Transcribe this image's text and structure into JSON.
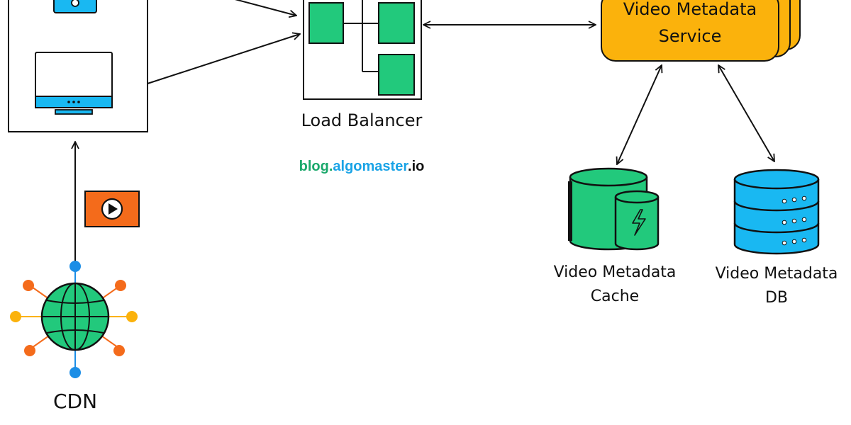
{
  "colors": {
    "stroke": "#111111",
    "device_blue": "#19b8f2",
    "server_green": "#22c97c",
    "service_yellow": "#fbb20c",
    "video_orange": "#f46b1b",
    "globe_green": "#22c97c",
    "spoke_blue": "#1c8ee6",
    "spoke_orange": "#f46b1b",
    "spoke_yellow": "#fbb20c",
    "brand_green": "#1aa86b",
    "brand_blue": "#19a3e6",
    "brand_dark": "#111111"
  },
  "labels": {
    "load_balancer": "Load Balancer",
    "service_line1": "Video Metadata",
    "service_line2": "Service",
    "cache_line1": "Video Metadata",
    "cache_line2": "Cache",
    "db_line1": "Video Metadata",
    "db_line2": "DB",
    "cdn": "CDN"
  },
  "brand": {
    "part1": "blog.",
    "part2": "algomaster",
    "part3": ".io"
  },
  "icons": {
    "clients": "monitor-icon",
    "server": "server-grid-icon",
    "service": "stacked-service-icon",
    "cache": "cache-cylinder-icon",
    "db": "database-stack-icon",
    "video": "play-video-icon",
    "cdn": "globe-network-icon"
  }
}
